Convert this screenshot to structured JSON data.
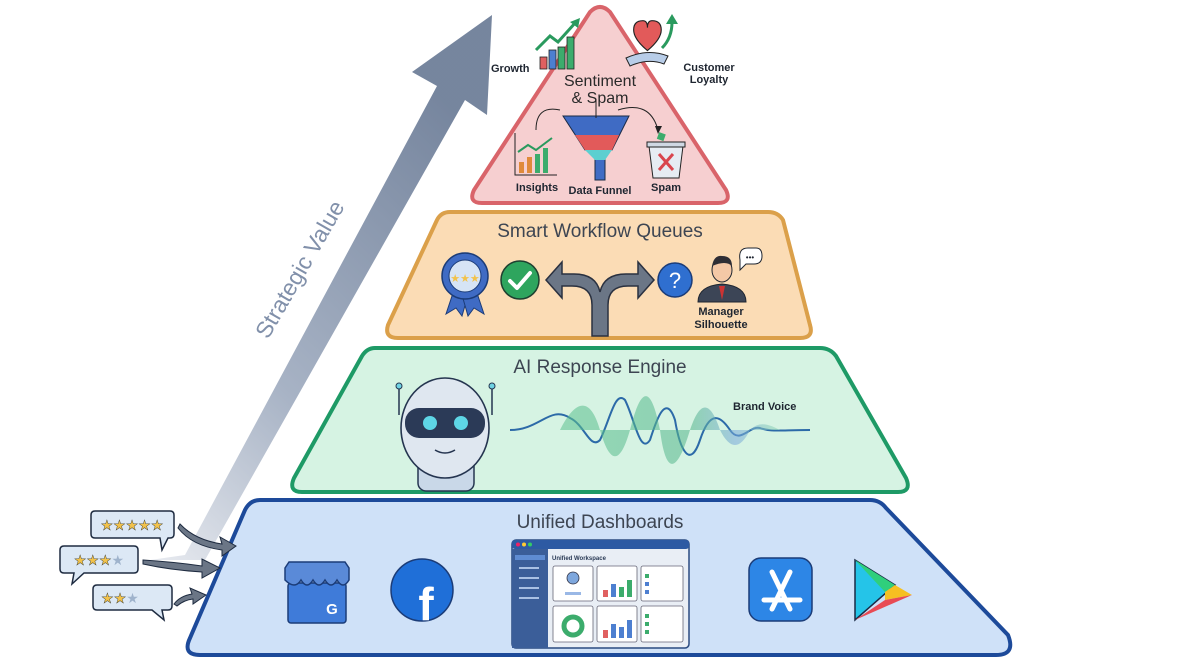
{
  "axis": {
    "label": "Strategic Value"
  },
  "tiers": [
    {
      "title": "Sentiment\n& Spam",
      "title_line1": "Sentiment",
      "title_line2": "& Spam",
      "color": "#f6cfd0",
      "border": "#d9646a",
      "labels": {
        "growth": "Growth",
        "loyalty_line1": "Customer",
        "loyalty_line2": "Loyalty",
        "insights": "Insights",
        "funnel": "Data Funnel",
        "spam": "Spam"
      }
    },
    {
      "title": "Smart Workflow Queues",
      "color": "#fbdcb5",
      "border": "#dba04a",
      "labels": {
        "manager_line1": "Manager",
        "manager_line2": "Silhouette"
      }
    },
    {
      "title": "AI Response Engine",
      "color": "#d6f3e3",
      "border": "#1e9a66",
      "labels": {
        "brand_voice": "Brand Voice"
      }
    },
    {
      "title": "Unified Dashboards",
      "color": "#cfe1f8",
      "border": "#1d4a9a",
      "labels": {
        "workspace_title": "Unified Workspace"
      }
    }
  ],
  "reviews": [
    {
      "stars": 5,
      "of": 5
    },
    {
      "stars": 3,
      "of": 4
    },
    {
      "stars": 2,
      "of": 3
    }
  ],
  "colors": {
    "arrow": "#7b8aa3",
    "text": "#3d4552",
    "star": "#f2c24b",
    "star_empty": "#9fb3cc"
  }
}
